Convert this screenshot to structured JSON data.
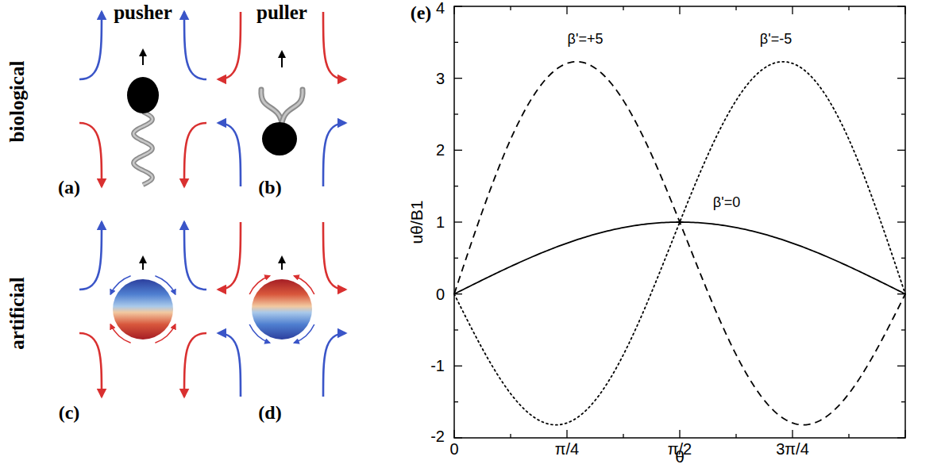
{
  "diagram": {
    "labels": [
      "pusher",
      "puller",
      "biological",
      "artificial",
      "(a)",
      "(b)",
      "(c)",
      "(d)",
      "(e)",
      "4",
      "3",
      "2",
      "1",
      "0",
      "-1",
      "-2",
      "0",
      "π/4",
      "π/2",
      "3π/4",
      "θ",
      "uθ/B1",
      "β'=+5",
      "β'=-5",
      "β'=0"
    ]
  }
}
